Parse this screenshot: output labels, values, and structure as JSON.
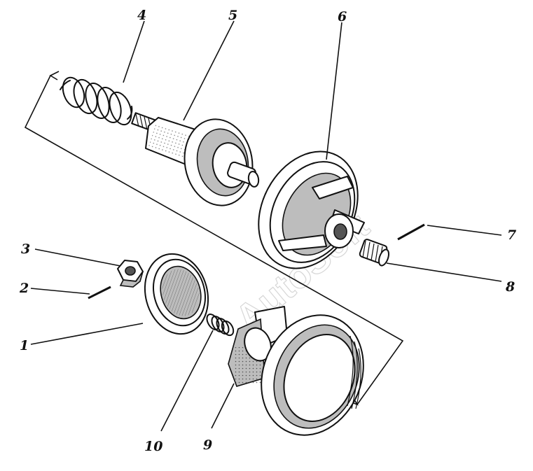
{
  "figure": {
    "background": "#ffffff",
    "ink": "#111111",
    "watermark": "AutoSoft",
    "callouts": [
      {
        "id": "c1",
        "label": "1"
      },
      {
        "id": "c2",
        "label": "2"
      },
      {
        "id": "c3",
        "label": "3"
      },
      {
        "id": "c4",
        "label": "4"
      },
      {
        "id": "c5",
        "label": "5"
      },
      {
        "id": "c6",
        "label": "6"
      },
      {
        "id": "c7",
        "label": "7"
      },
      {
        "id": "c8",
        "label": "8"
      },
      {
        "id": "c9",
        "label": "9"
      },
      {
        "id": "c10",
        "label": "10"
      }
    ]
  }
}
